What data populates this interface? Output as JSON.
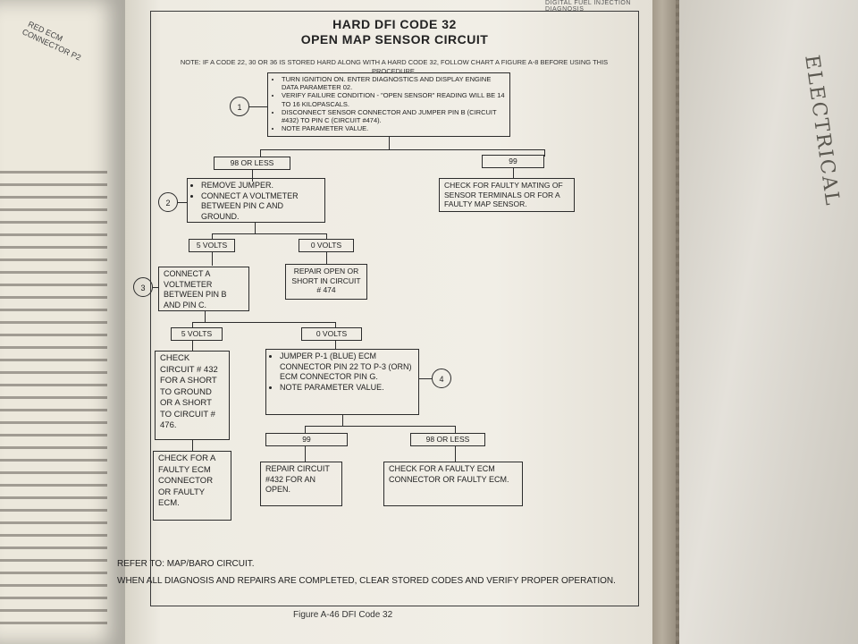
{
  "header": {
    "running_head": "DIGITAL FUEL INJECTION DIAGNOSIS"
  },
  "left_page": {
    "labels": [
      "RED ECM",
      "CONNECTOR P2"
    ]
  },
  "right_book": {
    "cover_text": "ELECTRICAL"
  },
  "chart": {
    "title_line1": "HARD DFI CODE 32",
    "title_line2": "OPEN MAP SENSOR CIRCUIT",
    "note": "NOTE: IF A CODE 22, 30 OR 36 IS STORED HARD ALONG WITH A HARD CODE 32, FOLLOW CHART A FIGURE A-8 BEFORE USING THIS PROCEDURE."
  },
  "steps": {
    "step1": {
      "number": "1",
      "items": [
        "TURN IGNITION ON. ENTER DIAGNOSTICS AND DISPLAY ENGINE DATA PARAMETER 02.",
        "VERIFY FAILURE CONDITION - \"OPEN SENSOR\" READING WILL BE 14 TO 16 KILOPASCALS.",
        "DISCONNECT SENSOR CONNECTOR AND JUMPER PIN B (CIRCUIT #432) TO PIN C (CIRCUIT #474).",
        "NOTE PARAMETER VALUE."
      ]
    },
    "branch1_left": "98 OR LESS",
    "branch1_right": "99",
    "result_99": "CHECK FOR FAULTY MATING OF SENSOR TERMINALS OR FOR A FAULTY MAP SENSOR.",
    "step2": {
      "number": "2",
      "items": [
        "REMOVE JUMPER.",
        "CONNECT A VOLTMETER BETWEEN PIN C AND GROUND."
      ]
    },
    "branch2_left": "5 VOLTS",
    "branch2_right": "0 VOLTS",
    "result_repair_474": "REPAIR OPEN OR SHORT IN CIRCUIT # 474",
    "step3": {
      "number": "3",
      "text": "CONNECT A VOLTMETER BETWEEN PIN B AND PIN C."
    },
    "branch3_left": "5 VOLTS",
    "branch3_right": "0 VOLTS",
    "result_check_432": "CHECK CIRCUIT # 432 FOR A SHORT TO GROUND OR A SHORT TO CIRCUIT # 476.",
    "step4": {
      "number": "4",
      "items": [
        "JUMPER P-1 (BLUE) ECM CONNECTOR PIN 22 TO P-3 (ORN) ECM CONNECTOR PIN G.",
        "NOTE PARAMETER VALUE."
      ]
    },
    "result_faulty_ecm": "CHECK FOR A FAULTY ECM CONNECTOR OR FAULTY ECM.",
    "branch4_left": "99",
    "branch4_right": "98 OR LESS",
    "result_repair_432": "REPAIR CIRCUIT #432 FOR AN OPEN.",
    "result_faulty_ecm2": "CHECK FOR A FAULTY ECM CONNECTOR OR FAULTY ECM."
  },
  "footer": {
    "refer": "REFER TO: MAP/BARO CIRCUIT.",
    "final": "WHEN ALL DIAGNOSIS AND REPAIRS ARE COMPLETED, CLEAR STORED CODES AND VERIFY PROPER OPERATION.",
    "caption": "Figure A-46 DFI Code 32"
  }
}
